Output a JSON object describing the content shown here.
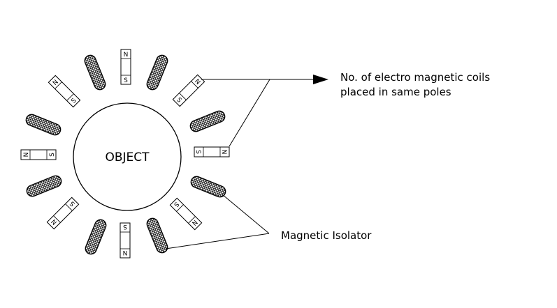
{
  "object_label": "OBJECT",
  "annotations": {
    "coils_line1": "No. of electro magnetic coils",
    "coils_line2": "placed in same poles",
    "isolator": "Magnetic Isolator"
  },
  "pole_labels": {
    "north": "N",
    "south": "S"
  },
  "colors": {
    "stroke": "#000000",
    "background": "#ffffff"
  }
}
